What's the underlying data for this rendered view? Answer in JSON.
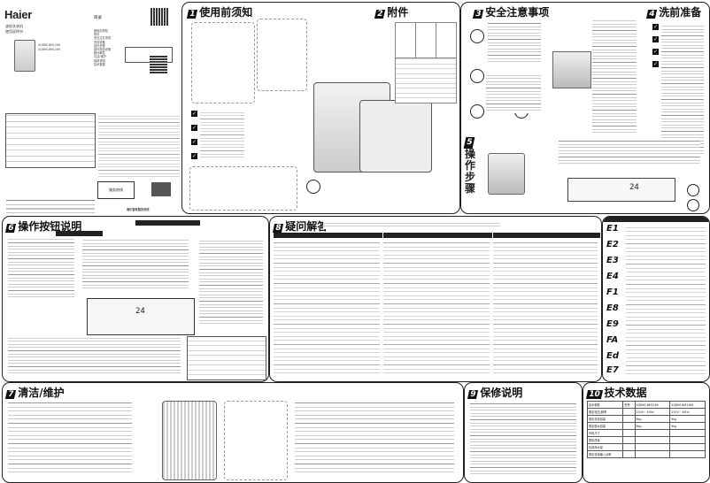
{
  "cover": {
    "brand": "Haier",
    "product_line1": "波轮洗衣机",
    "product_line2": "使用说明书",
    "toc_title": "目录",
    "models": [
      "XQB80-BM1269",
      "XQB90-BM1269"
    ],
    "toc_items": [
      "使用前须知",
      "附件",
      "安全注意事项",
      "洗前准备",
      "操作步骤",
      "操作按钮说明",
      "疑问解答",
      "清洁/维护",
      "保修说明",
      "技术数据"
    ],
    "contact_text": "海尔智家服务热线",
    "service_box": "服务热线"
  },
  "sections": {
    "s1": {
      "num": "1",
      "title": "使用前须知"
    },
    "s2": {
      "num": "2",
      "title": "附件"
    },
    "s3": {
      "num": "3",
      "title": "安全注意事项"
    },
    "s4": {
      "num": "4",
      "title": "洗前准备"
    },
    "s5": {
      "num": "5",
      "title_chars": [
        "操",
        "作",
        "步",
        "骤"
      ]
    },
    "s6": {
      "num": "6",
      "title": "操作按钮说明"
    },
    "s7": {
      "num": "7",
      "title": "清洁/维护"
    },
    "s8": {
      "num": "8",
      "title": "疑问解答"
    },
    "s9": {
      "num": "9",
      "title": "保修说明"
    },
    "s10": {
      "num": "10",
      "title": "技术数据"
    }
  },
  "display": {
    "time_readout": "24"
  },
  "error_codes": [
    "E1",
    "E2",
    "E3",
    "E4",
    "F1",
    "E8",
    "E9",
    "FA",
    "Ed",
    "E7"
  ],
  "tech_table": {
    "headers": [
      "技术参数",
      "型号",
      "XQB80-BM1269",
      "XQB90-BM1269"
    ],
    "rows": [
      [
        "额定电压/频率",
        "",
        "220V~ 50Hz",
        "220V~ 50Hz"
      ],
      [
        "额定洗涤容量",
        "",
        "8kg",
        "9kg"
      ],
      [
        "额定脱水容量",
        "",
        "8kg",
        "9kg"
      ],
      [
        "外形尺寸",
        "",
        "",
        ""
      ],
      [
        "整机质量",
        "",
        "",
        ""
      ],
      [
        "标准用水量",
        "",
        "",
        ""
      ],
      [
        "额定洗涤输入功率",
        "",
        "",
        ""
      ]
    ]
  },
  "colors": {
    "ink": "#222222",
    "brand": "#1a1a1a",
    "shade": "#dddddd",
    "panel_border": "#222222"
  }
}
